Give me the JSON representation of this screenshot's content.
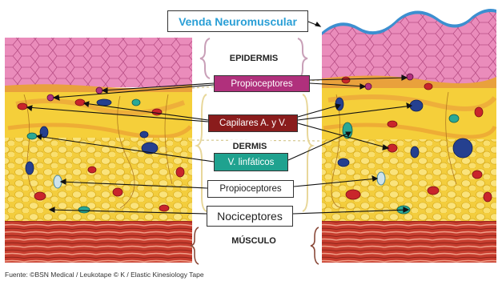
{
  "labels": {
    "title": "Venda Neuromuscular",
    "epidermis": "EPIDERMIS",
    "proprioceptors_top": "Propioceptores",
    "capillaries": "Capilares A. y V.",
    "dermis": "DERMIS",
    "lymphatic": "V. linfáticos",
    "proprioceptors_bottom": "Propioceptores",
    "nociceptors": "Nociceptores",
    "muscle": "MÚSCULO"
  },
  "source": "Fuente: ©BSN Medical / Leukotape © K / Elastic Kinesiology Tape",
  "colors": {
    "title_text": "#2a9fd6",
    "epidermis_pink": "#e98bb8",
    "dermis_yellow": "#f6d23a",
    "muscle_red": "#c83a2c",
    "tape_blue": "#3c8fd0",
    "proprioceptor_box": "#b0307c",
    "capillary_box": "#8a1c1c",
    "lymphatic_box": "#1fa28f",
    "bracket_pink": "#c9a0b8"
  }
}
